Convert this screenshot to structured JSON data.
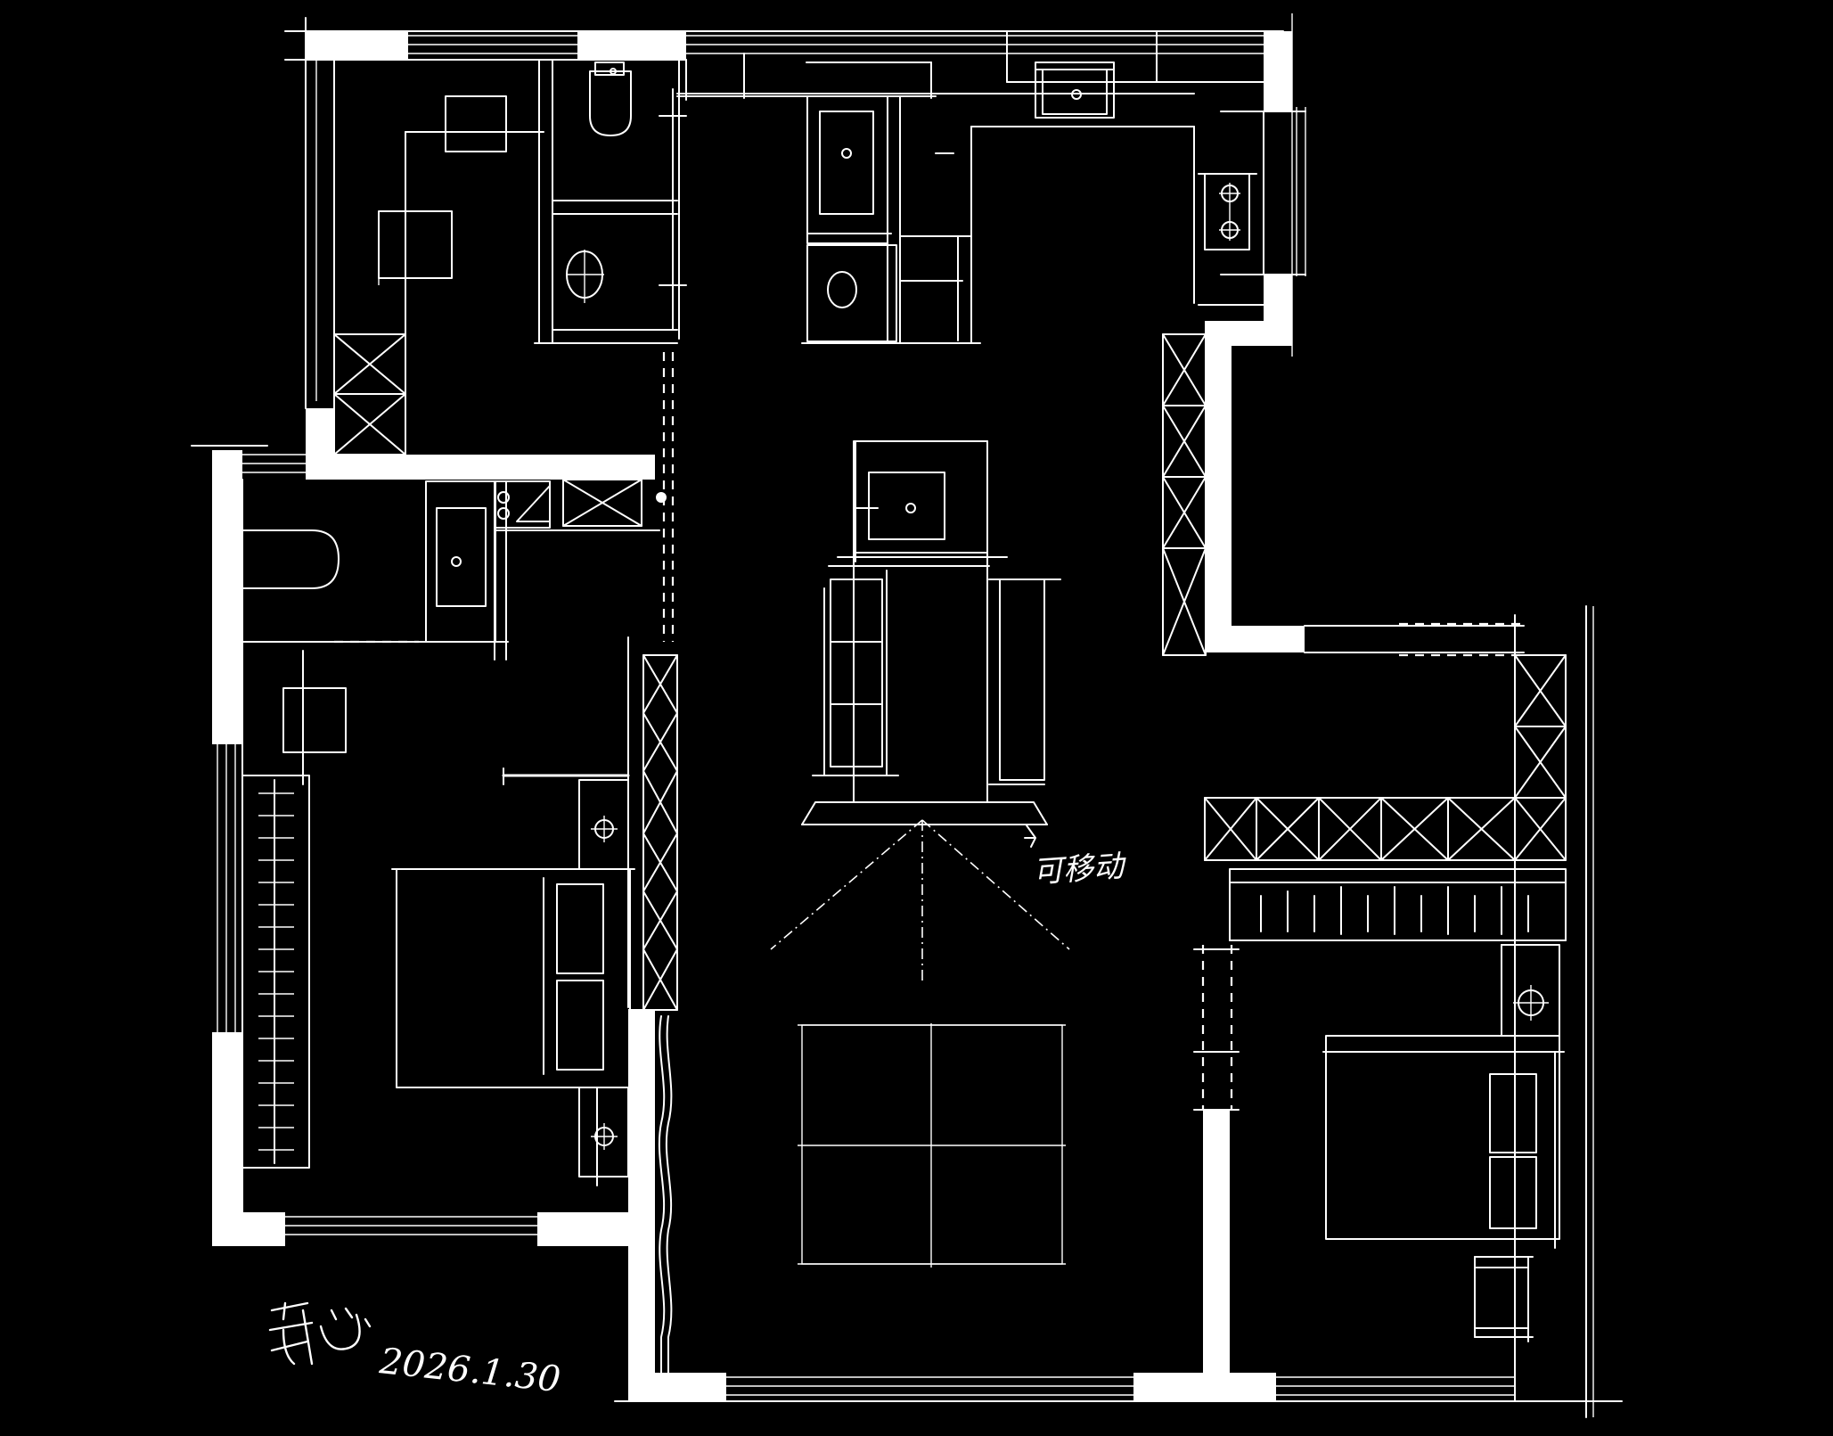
{
  "annotations": {
    "movable_note": "可移动",
    "date": "2026.1.30"
  },
  "signature": {
    "text": "郭心"
  },
  "colors": {
    "background": "#000000",
    "lines": "#ffffff"
  }
}
